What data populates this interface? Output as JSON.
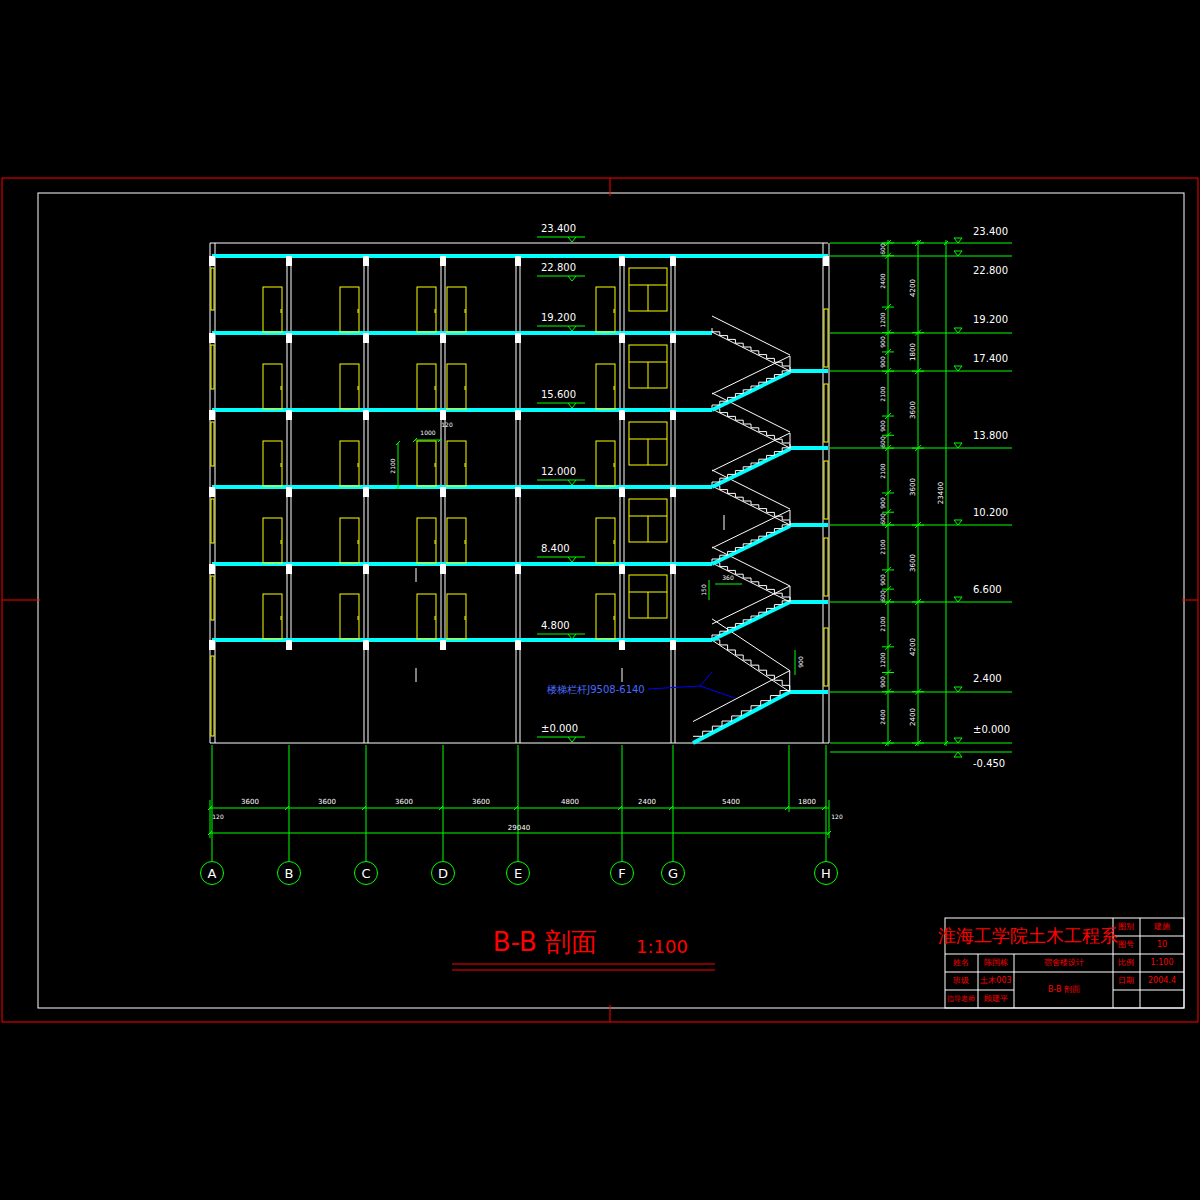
{
  "diagram": {
    "title": "B-B 剖面",
    "nodes": [
      {
        "text": [
          "A"
        ]
      },
      {
        "text": [
          "B"
        ]
      },
      {
        "text": [
          "C"
        ]
      },
      {
        "text": [
          "D"
        ]
      },
      {
        "text": [
          "E"
        ]
      },
      {
        "text": [
          "F"
        ]
      },
      {
        "text": [
          "G"
        ]
      },
      {
        "text": [
          "H"
        ]
      }
    ],
    "labels": [
      "1:100",
      "23.400",
      "22.800",
      "19.200",
      "15.600",
      "12.000",
      "8.400",
      "4.800",
      "±0.000",
      "23.400",
      "22.800",
      "19.200",
      "17.400",
      "13.800",
      "10.200",
      "6.600",
      "2.400",
      "±0.000",
      "-0.450",
      "3600",
      "3600",
      "3600",
      "3600",
      "4800",
      "2400",
      "5400",
      "1800",
      "120",
      "29040",
      "120",
      "600",
      "2400",
      "1200",
      "900",
      "900",
      "2100",
      "900",
      "600",
      "2100",
      "900",
      "600",
      "2100",
      "900",
      "600",
      "2100",
      "1200",
      "900",
      "2400",
      "4200",
      "1800",
      "3600",
      "3600",
      "3600",
      "4200",
      "2400",
      "23400",
      "1000",
      "120",
      "2100",
      "150",
      "360",
      "900",
      "楼梯栏杆J9508-6140",
      "淮海工学院土木工程系",
      "图别",
      "建施",
      "图号",
      "10",
      "比例",
      "1:100",
      "日期",
      "2004.4",
      "姓名",
      "陈国栋",
      "宿舍楼设计",
      "班级",
      "土木003",
      "B-B 剖面",
      "指导老师",
      "顾建平"
    ]
  }
}
